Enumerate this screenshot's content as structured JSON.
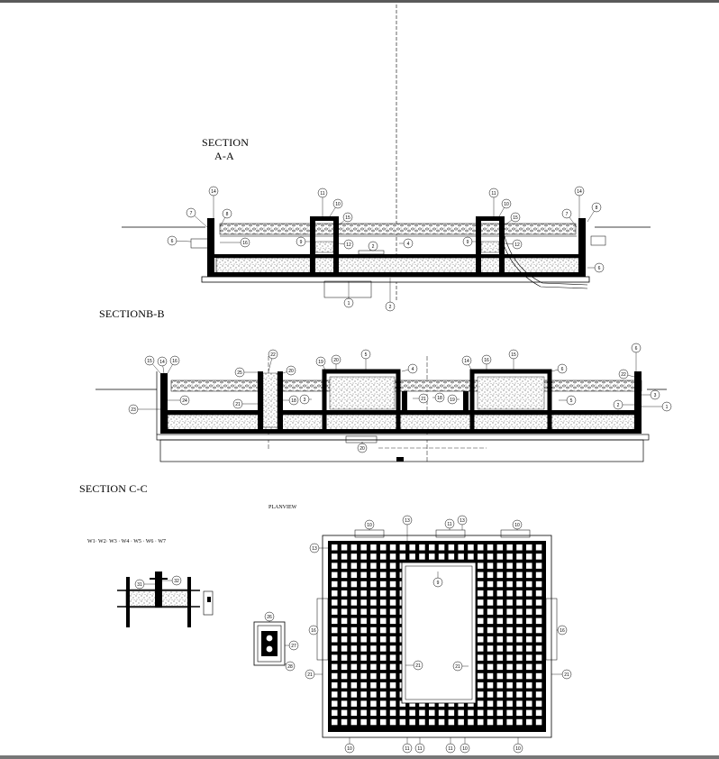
{
  "sections": {
    "aa_line1": "SECTION",
    "aa_line2": "A-A",
    "bb": "SECTIONB-B",
    "cc": "SECTION C-C"
  },
  "plan": {
    "title": "PLANVIEW"
  },
  "walls": {
    "label": "W1· W2· W3 · W4 · W5 · W6 · W7"
  },
  "callouts": {
    "aa": [
      "14",
      "7",
      "8",
      "6",
      "16",
      "11",
      "10",
      "15",
      "9",
      "12",
      "2",
      "4",
      "11",
      "10",
      "15",
      "9",
      "12",
      "7",
      "8",
      "14",
      "6",
      "1",
      "2"
    ],
    "bb": [
      "15",
      "14",
      "16",
      "23",
      "24",
      "25",
      "22",
      "20",
      "21",
      "18",
      "19",
      "20",
      "5",
      "4",
      "3",
      "21",
      "18",
      "19",
      "20",
      "14",
      "16",
      "15",
      "6",
      "5",
      "6",
      "22",
      "3",
      "2",
      "1"
    ],
    "cc": [
      "32",
      "31",
      "26",
      "27",
      "28"
    ],
    "plan": [
      "10",
      "13",
      "11",
      "13",
      "10",
      "13",
      "9",
      "16",
      "21",
      "21",
      "16",
      "21",
      "21",
      "10",
      "11",
      "11",
      "11",
      "10",
      "10"
    ]
  }
}
